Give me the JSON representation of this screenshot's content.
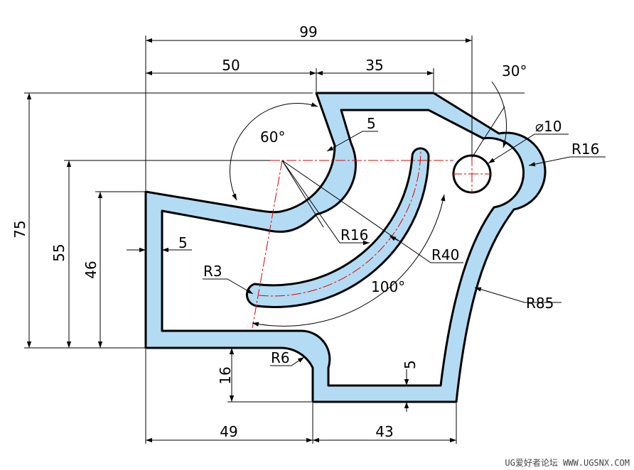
{
  "drawing": {
    "colors": {
      "wall_fill": "#b3dcf4",
      "outline": "#000000",
      "center_line": "#e00000",
      "background": "#ffffff"
    },
    "dimensions": {
      "overall_width": "99",
      "top_left": "50",
      "top_right": "35",
      "angle_top_right": "30°",
      "overall_height": "75",
      "height_center": "55",
      "height_left": "46",
      "wall_left": "5",
      "wall_top": "5",
      "wall_bottom": "5",
      "angle_notch": "60°",
      "angle_slot": "100°",
      "hole_dia": "⌀10",
      "radius_boss": "R16",
      "radius_notch": "R16",
      "radius_slot": "R40",
      "radius_slot_end": "R3",
      "radius_right_arc": "R85",
      "radius_bottom_fillet": "R6",
      "step_height": "16",
      "bottom_left": "49",
      "bottom_right": "43"
    },
    "watermark": "UG爱好者论坛 WWW.UGSNX.COM"
  }
}
